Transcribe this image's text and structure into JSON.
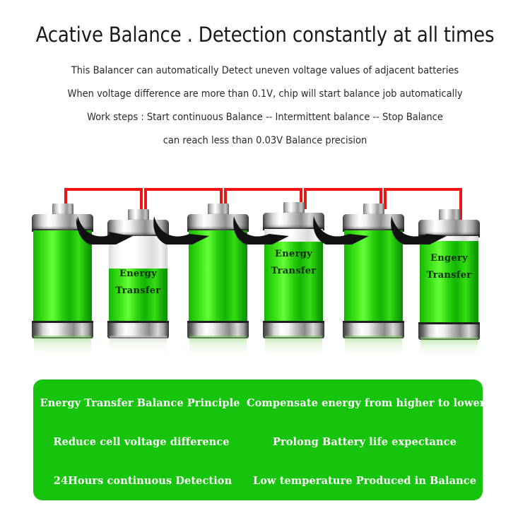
{
  "header": {
    "title": "Acative Balance . Detection constantly at all times",
    "lines": [
      "This Balancer can automatically Detect uneven voltage values of adjacent batteries",
      "When voltage difference are more than 0.1V, chip will start balance job automatically",
      "Work steps : Start continuous Balance -- Intermittent balance -- Stop Balance",
      "can reach less than 0.03V Balance precision"
    ]
  },
  "diagram": {
    "label_energy_line1": "Energy",
    "label_energy_line2": "Transfer",
    "label_engery_line1": "Engery",
    "label_engery_line2": "Transfer",
    "batteries": [
      {
        "index": 1,
        "fill_percent": 100,
        "label_line1": "",
        "label_line2": ""
      },
      {
        "index": 2,
        "fill_percent": 62,
        "label_line1": "Energy",
        "label_line2": "Transfer"
      },
      {
        "index": 3,
        "fill_percent": 100,
        "label_line1": "",
        "label_line2": ""
      },
      {
        "index": 4,
        "fill_percent": 86,
        "label_line1": "Energy",
        "label_line2": "Transfer"
      },
      {
        "index": 5,
        "fill_percent": 100,
        "label_line1": "",
        "label_line2": ""
      },
      {
        "index": 6,
        "fill_percent": 94,
        "label_line1": "Engery",
        "label_line2": "Transfer"
      }
    ],
    "arrow_count": 5,
    "wire_count": 5
  },
  "panel": {
    "features_left": [
      "Energy Transfer Balance Principle",
      "Reduce cell voltage difference",
      "24Hours continuous Detection"
    ],
    "features_right": [
      "Compensate energy from higher to lower cell",
      "Prolong  Battery life expectance",
      "Low temperature Produced in Balance"
    ]
  },
  "colors": {
    "panel_green": "#16c40d",
    "battery_green": "#2ed30f",
    "wire_red": "#ef1414",
    "title_text": "#1a1a1a",
    "panel_text": "#ffffff",
    "battery_label_text": "#0a2b08",
    "background": "#ffffff"
  }
}
